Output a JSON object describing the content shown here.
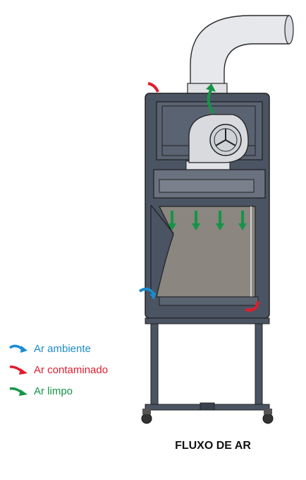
{
  "legend": [
    {
      "label": "Ar ambiente",
      "color": "#1b8bd0",
      "icon": "blue-curved-arrow-icon"
    },
    {
      "label": "Ar contaminado",
      "color": "#e21c2d",
      "icon": "red-curved-arrow-icon"
    },
    {
      "label": "Ar limpo",
      "color": "#159447",
      "icon": "green-curved-arrow-icon"
    }
  ],
  "caption": "FLUXO DE AR",
  "colors": {
    "cabinet": "#4b5462",
    "cabinet_dark": "#2c323b",
    "chamber": "#8b8680",
    "duct": "#e4e6ea",
    "fan": "#d8dadd"
  }
}
